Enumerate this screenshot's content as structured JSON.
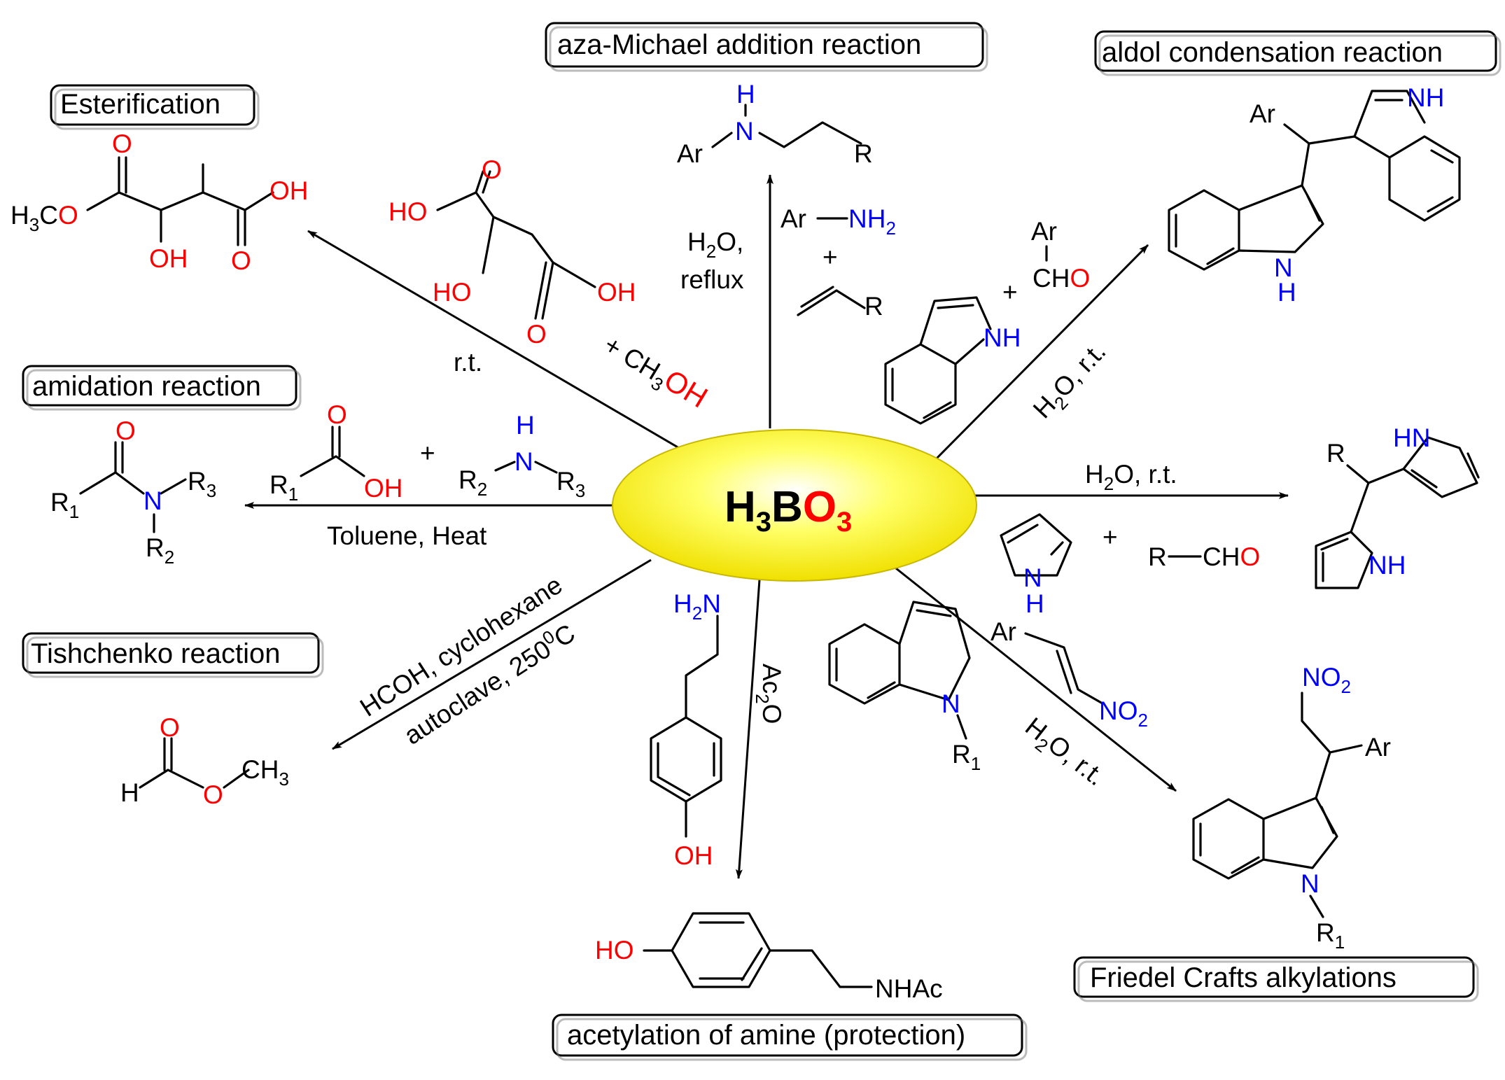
{
  "center": {
    "formula_main": "H",
    "sub3": "3",
    "b": "B",
    "o": "O",
    "osub": "3"
  },
  "boxes": {
    "esterification": "Esterification",
    "aza": "aza-Michael addition reaction",
    "aldol": "aldol condensation reaction",
    "amidation": "amidation reaction",
    "tishchenko": "Tishchenko reaction",
    "friedel": "Friedel  Crafts  alkylations",
    "acetylation": "acetylation of amine (protection)"
  },
  "conditions": {
    "rt": "r.t.",
    "plus_ch3oh": "+ CH",
    "h2o": "H",
    "h2o_o": "O,",
    "reflux": "reflux",
    "h2o_rt": "O, r.t.",
    "toluene_heat": "Toluene, Heat",
    "hcoh": "HCOH, cyclohexane",
    "autoclave": "autoclave, 250",
    "deg": "0",
    "c": "C",
    "ac2o": "Ac",
    "ac2o_o": "O"
  },
  "labels": {
    "Ar": "Ar",
    "R": "R",
    "H": "H",
    "N": "N",
    "NH": "NH",
    "NH2": "NH",
    "O": "O",
    "OH": "OH",
    "HO": "HO",
    "H3C": "H",
    "CHO": "CH",
    "CH3": "CH",
    "NO2": "NO",
    "NHAc": "NHAc",
    "HN": "HN",
    "R1": "R",
    "R2": "R",
    "R3": "R",
    "plus": "+",
    "sub1": "1",
    "sub2": "2",
    "sub3": "3",
    "minus": "—"
  },
  "colors": {
    "ellipse": "#ffff00",
    "red": "#ff0000",
    "blue": "#0000ff"
  }
}
